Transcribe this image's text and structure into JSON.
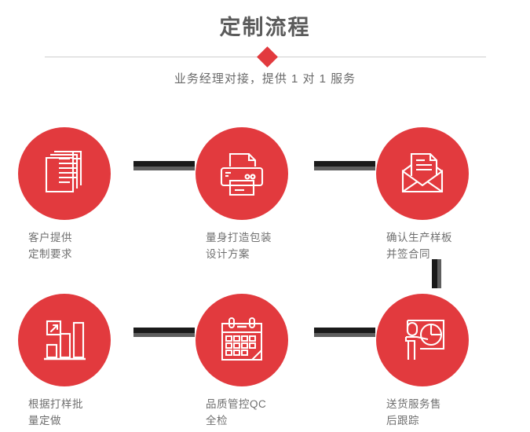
{
  "header": {
    "title": "定制流程",
    "subtitle": "业务经理对接，提供 1 对 1 服务",
    "accent_color": "#e23a3e",
    "divider_color": "#cfcfcf",
    "title_color": "#5b5b5b",
    "subtitle_color": "#6a6a6a"
  },
  "flow": {
    "label_color": "#6f6f6f",
    "connector_color": "#1a1a1a",
    "connector_shadow_color": "#5e5e5e",
    "steps": [
      {
        "index": "1",
        "icon": "documents-stack-icon",
        "label": "客户提供\n定制要求"
      },
      {
        "index": "2",
        "icon": "printer-icon",
        "label": "量身打造包装\n设计方案"
      },
      {
        "index": "3",
        "icon": "envelope-letter-icon",
        "label": "确认生产样板\n并签合同"
      },
      {
        "index": "4",
        "icon": "bar-chart-growth-icon",
        "label": "根据打样批\n量定做"
      },
      {
        "index": "5",
        "icon": "calendar-icon",
        "label": "品质管控QC\n全检"
      },
      {
        "index": "6",
        "icon": "presenter-pie-chart-icon",
        "label": "送货服务售\n后跟踪"
      }
    ]
  }
}
